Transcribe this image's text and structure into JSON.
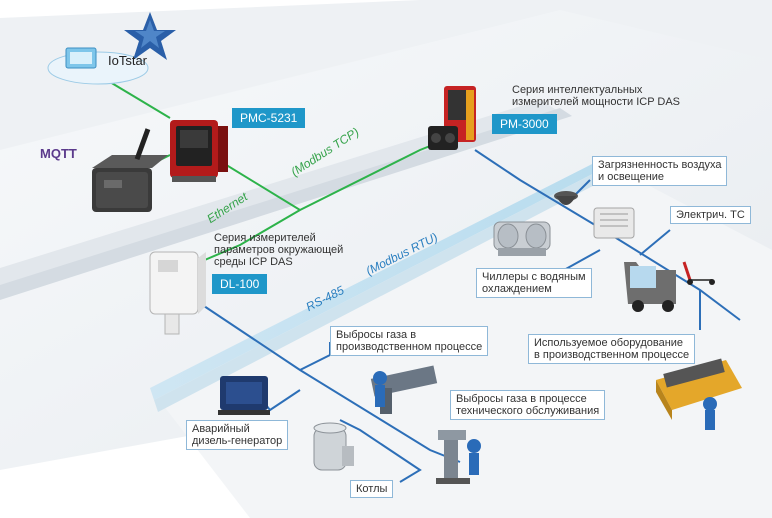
{
  "logos": {
    "iotstar": "IoTstar",
    "mqtt": "MQTT"
  },
  "tags": {
    "pmc": "PMC-5231",
    "pm": "PM-3000",
    "dl": "DL-100"
  },
  "links": {
    "ethernet": "Ethernet",
    "modbus_tcp": "(Modbus TCP)",
    "rs485": "RS-485",
    "modbus_rtu": "(Modbus RTU)"
  },
  "captions": {
    "pm_series": [
      "Серия интеллектуальных",
      "измерителей мощности ICP DAS"
    ],
    "dl_series": [
      "Серия измерителей",
      "параметров окружающей",
      "среды ICP DAS"
    ]
  },
  "callouts": {
    "air": [
      "Загрязненность воздуха",
      "и освещение"
    ],
    "ev": [
      "Электрич. ТС"
    ],
    "chillers": [
      "Чиллеры с водяным",
      "охлаждением"
    ],
    "equipment": [
      "Используемое оборудование",
      "в производственном процессе"
    ],
    "process_gas": [
      "Выбросы газа в",
      "производственном процессе"
    ],
    "generator": [
      "Аварийный",
      "дизель-генератор"
    ],
    "maintenance_gas": [
      "Выбросы газа в процессе",
      "технического обслуживания"
    ],
    "boilers": [
      "Котлы"
    ]
  },
  "colors": {
    "ethernet_line": "#2db34a",
    "rs485_line": "#2d6fb8",
    "tag_bg": "#1f97c9",
    "callout_border": "#8fb8d8",
    "ethernet_text": "#35a34a",
    "rs485_text": "#2a7fc0"
  }
}
